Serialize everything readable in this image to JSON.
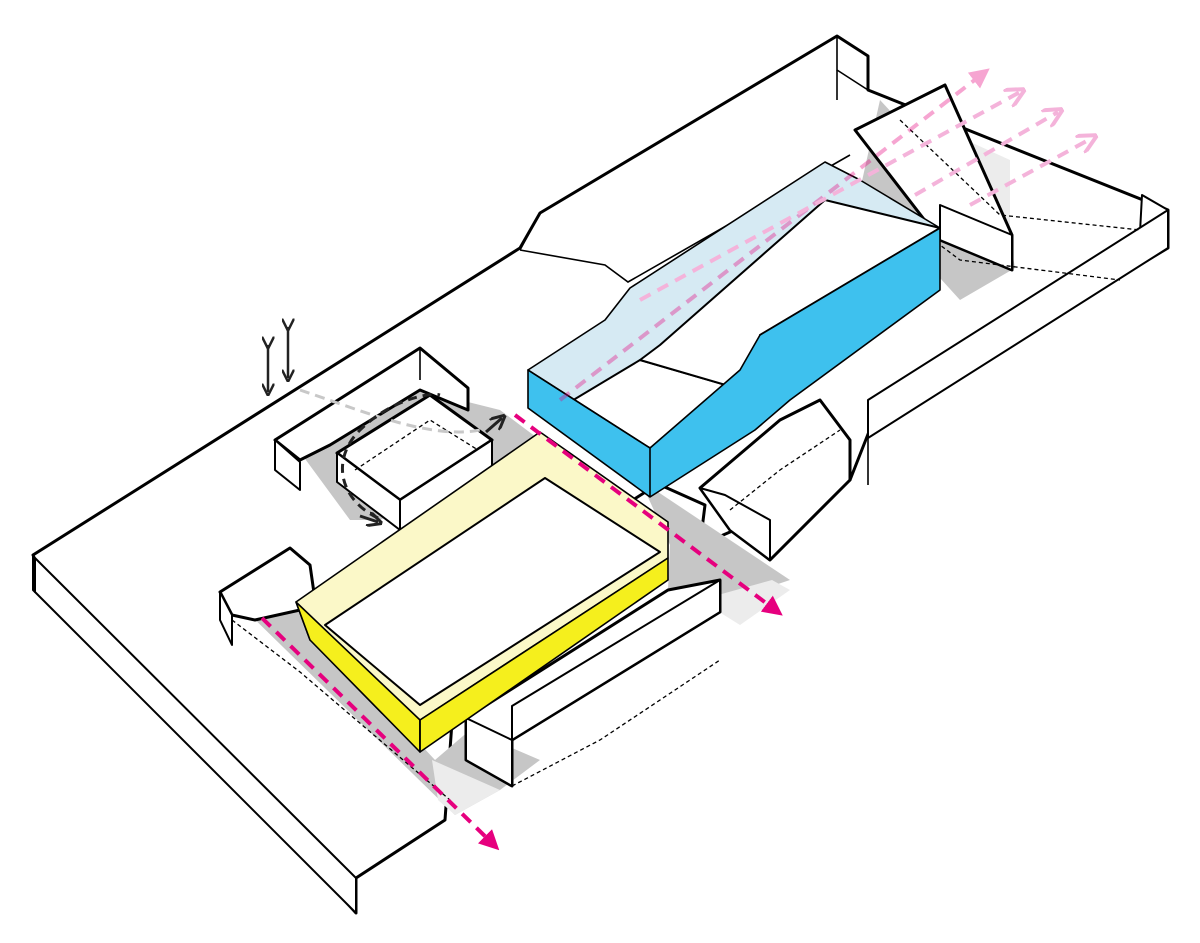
{
  "colors": {
    "background": "#ffffff",
    "outline": "#000000",
    "courtyard_ground": "#c6c6c6",
    "courtyard_ground_light": "#ececec",
    "highlight_blue": "#3ec1ee",
    "highlight_blue_glass": "#d6eaf3",
    "highlight_yellow": "#f5ef1d",
    "highlight_yellow_glass": "#fbf8c8",
    "circulation_magenta": "#e6007e",
    "circulation_pink_light": "#f4b3da",
    "circulation_gray": "#c8c8c8",
    "circulation_dark": "#222222"
  },
  "diagram": {
    "type": "axonometric massing diagram",
    "elements": [
      "site-slab",
      "blue-highlighted-volume",
      "yellow-highlighted-volume",
      "small-cube-volume",
      "courtyard-ground",
      "circulation-arrows-magenta",
      "circulation-arrows-pink",
      "circulation-arrow-dark",
      "vertical-access-arrows"
    ]
  }
}
